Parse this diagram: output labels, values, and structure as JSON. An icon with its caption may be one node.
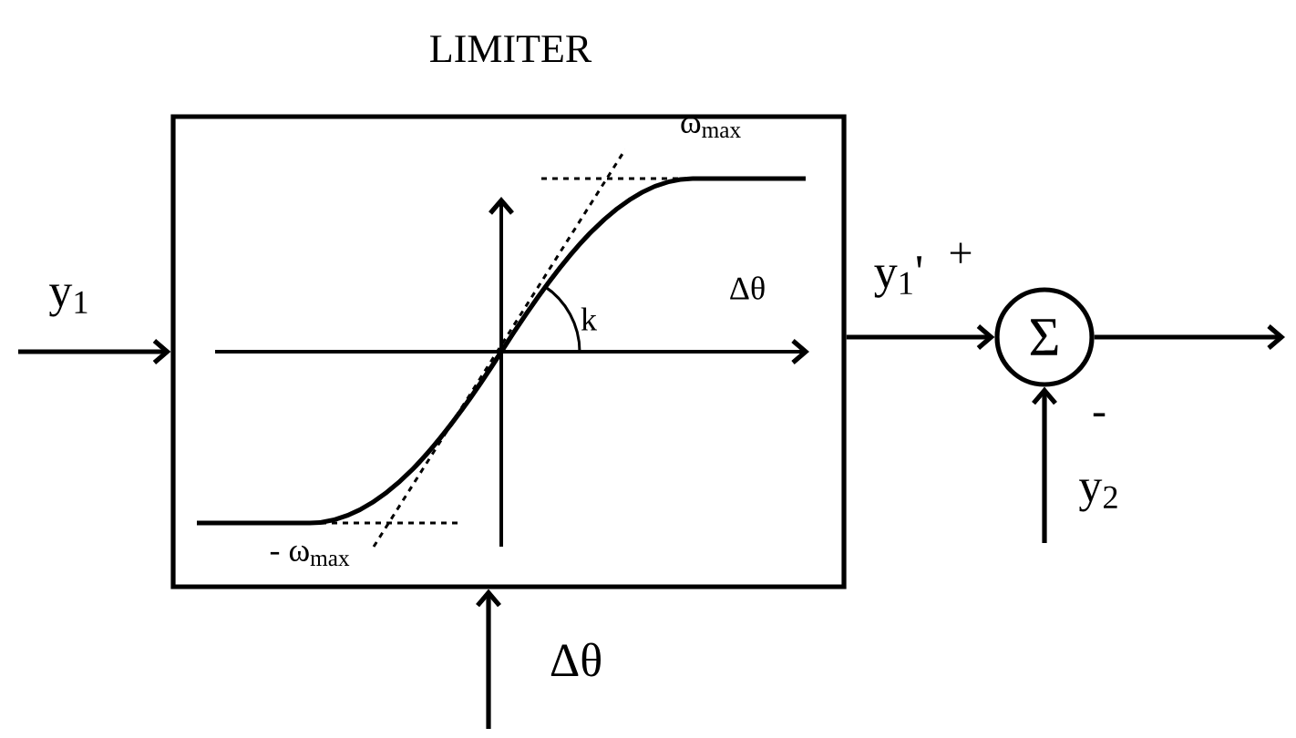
{
  "diagram": {
    "nodes": [
      {
        "text": [
          "LIMITER"
        ]
      },
      {
        "text": [
          "Σ"
        ]
      }
    ],
    "edges": [
      {
        "from": null,
        "to": 0,
        "arrow": "to",
        "label": "y$_{1}$"
      },
      {
        "from": 0,
        "to": 1,
        "arrow": "to",
        "label": "y$_{1}$'"
      },
      {
        "from": null,
        "to": 1,
        "arrow": "to",
        "label": "y$_{2}$"
      },
      {
        "from": 1,
        "to": null,
        "arrow": "to"
      },
      {
        "from": null,
        "to": 0,
        "arrow": "to",
        "label": "Δθ"
      }
    ],
    "labels": [
      "ω$_{max}$",
      "Δθ",
      "k",
      "- ω$_{max}$",
      "+",
      "-"
    ]
  }
}
